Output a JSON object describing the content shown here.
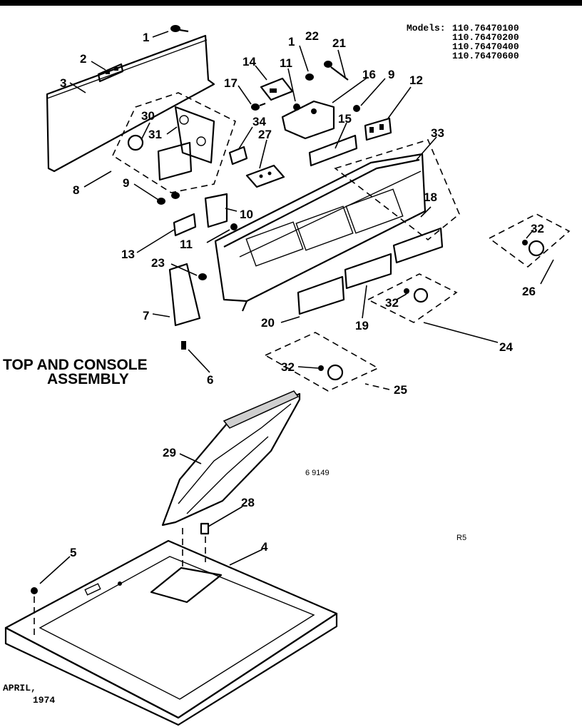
{
  "title_line1": "TOP AND CONSOLE",
  "title_line2": "ASSEMBLY",
  "models_label": "Models:",
  "models": [
    "110.76470100",
    "110.76470200",
    "110.76470400",
    "110.76470600"
  ],
  "date_line1": "APRIL,",
  "date_line2": "1974",
  "drawing_number": "6 9149",
  "page_code": "R5",
  "callouts": {
    "c1a": "1",
    "c2": "2",
    "c3": "3",
    "c8": "8",
    "c30": "30",
    "c31": "31",
    "c14": "14",
    "c11a": "11",
    "c1b": "1",
    "c22": "22",
    "c21": "21",
    "c16": "16",
    "c9a": "9",
    "c12": "12",
    "c17": "17",
    "c34": "34",
    "c27": "27",
    "c15": "15",
    "c33": "33",
    "c9b": "9",
    "c10": "10",
    "c13": "13",
    "c11b": "11",
    "c18": "18",
    "c32a": "32",
    "c26": "26",
    "c23": "23",
    "c7": "7",
    "c20": "20",
    "c19": "19",
    "c32b": "32",
    "c24": "24",
    "c6": "6",
    "c32c": "32",
    "c25": "25",
    "c29": "29",
    "c28": "28",
    "c4": "4",
    "c5": "5"
  }
}
